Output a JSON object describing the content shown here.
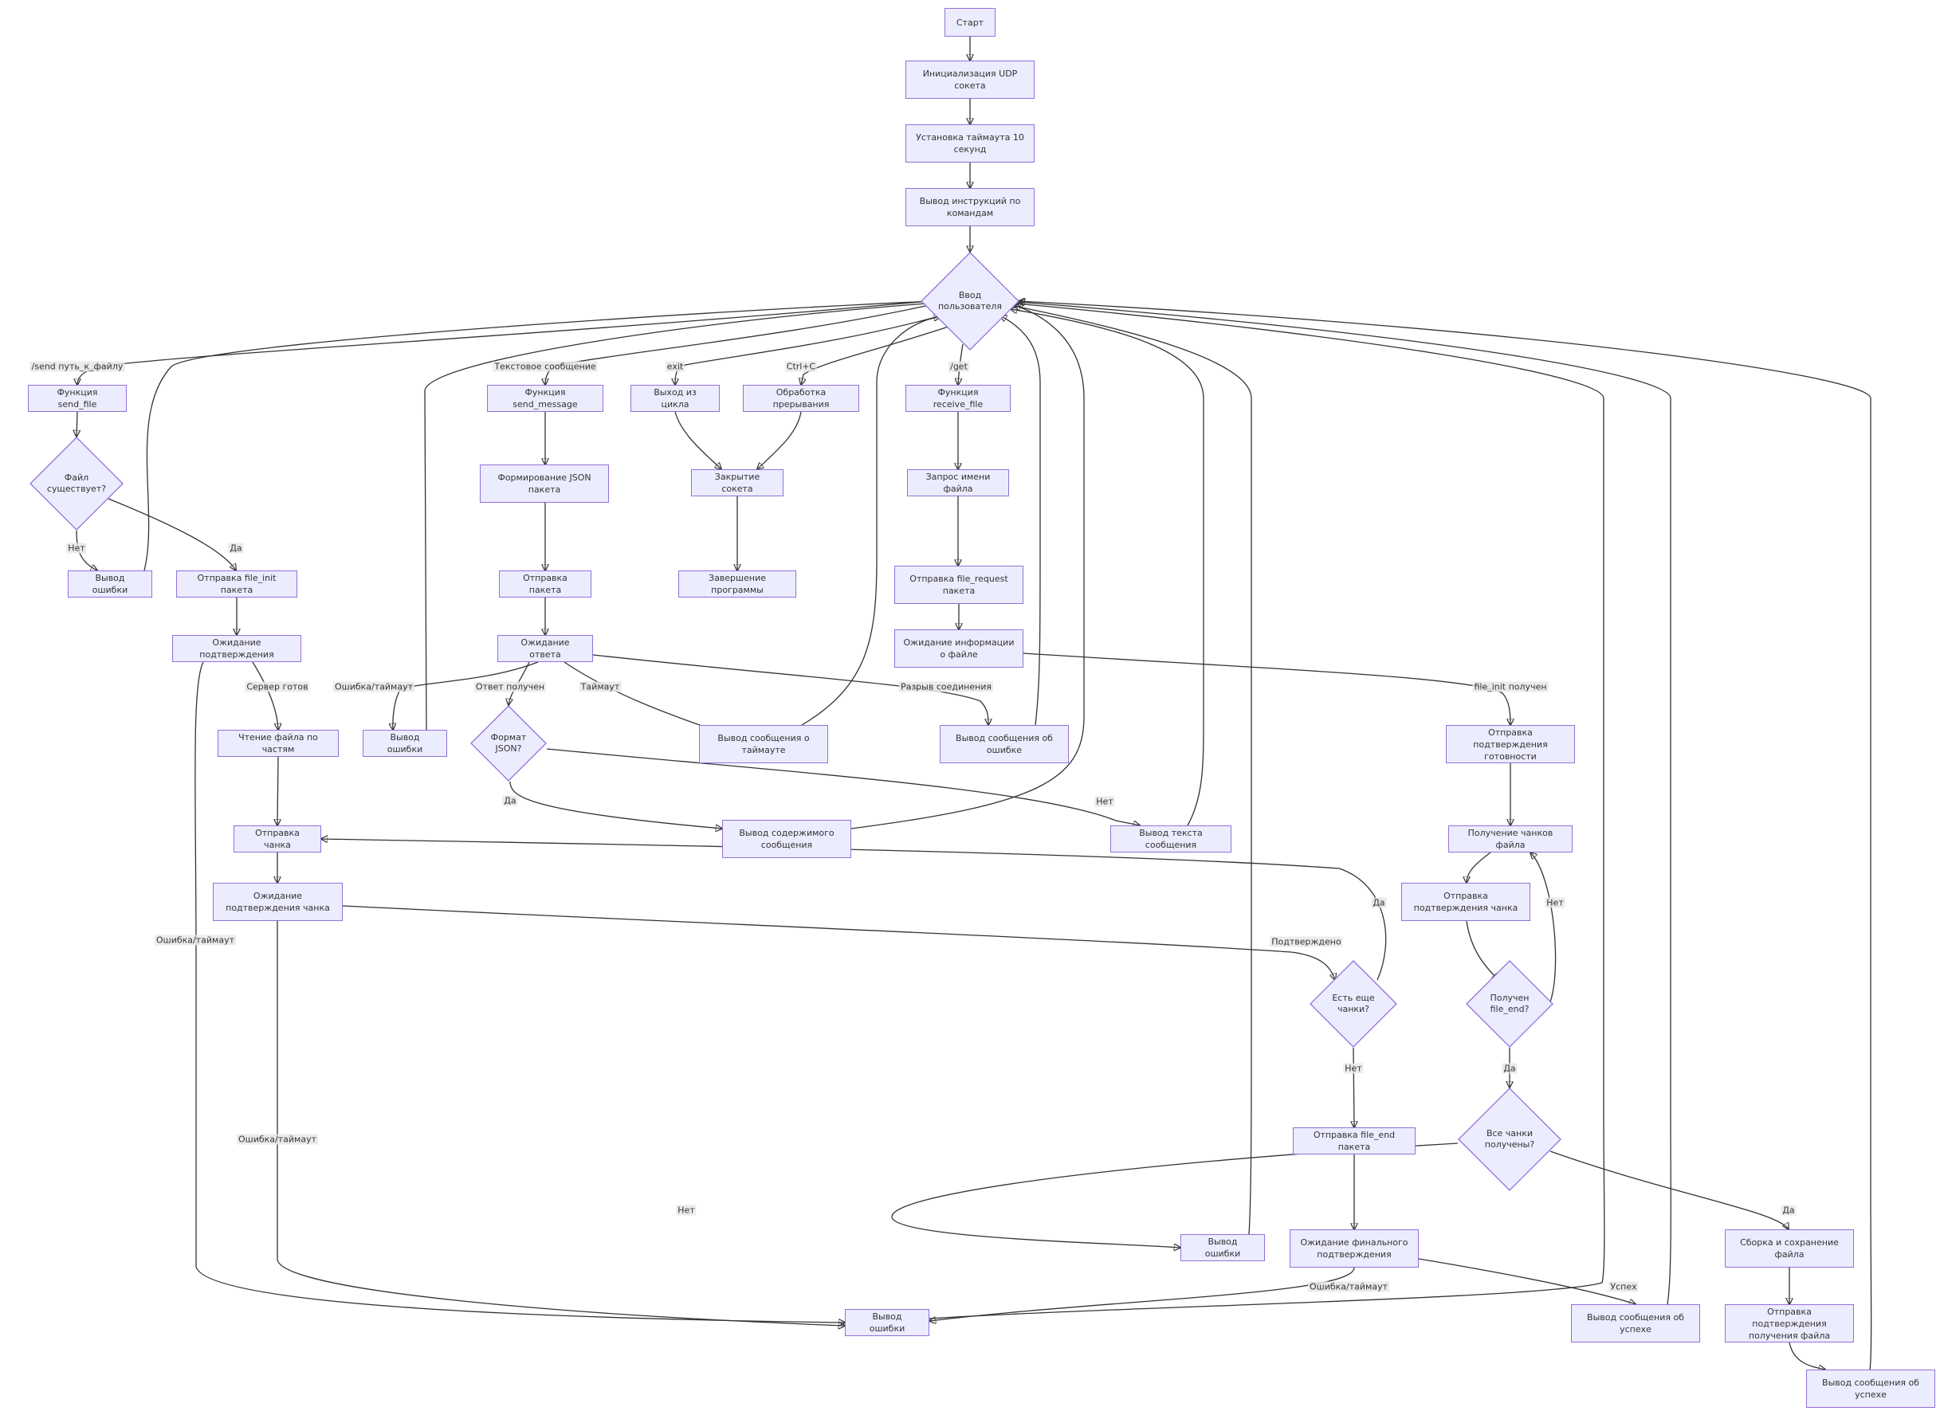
{
  "nodes": {
    "start": "Старт",
    "init_socket": "Инициализация UDP сокета",
    "set_timeout": "Установка таймаута 10 секунд",
    "print_help": "Вывод инструкций по командам",
    "user_input": "Ввод пользователя",
    "fn_send_file": "Функция send_file",
    "file_exists": "Файл существует?",
    "err_no_file": "Вывод ошибки",
    "send_file_init": "Отправка file_init пакета",
    "wait_confirm": "Ожидание подтверждения",
    "read_chunks": "Чтение файла по частям",
    "send_chunk": "Отправка чанка",
    "wait_chunk_ack": "Ожидание подтверждения чанка",
    "more_chunks": "Есть еще чанки?",
    "send_file_end": "Отправка file_end пакета",
    "wait_final": "Ожидание финального подтверждения",
    "send_success": "Вывод сообщения об успехе",
    "send_error": "Вывод ошибки",
    "fn_send_message": "Функция send_message",
    "make_json": "Формирование JSON пакета",
    "send_packet": "Отправка пакета",
    "wait_reply": "Ожидание ответа",
    "reply_error": "Вывод ошибки",
    "json_format": "Формат JSON?",
    "show_content": "Вывод содержимого сообщения",
    "show_text": "Вывод текста сообщения",
    "show_timeout": "Вывод сообщения о таймауте",
    "exit_loop": "Выход из цикла",
    "handle_interrupt": "Обработка прерывания",
    "close_socket": "Закрытие сокета",
    "end_program": "Завершение программы",
    "fn_receive_file": "Функция receive_file",
    "ask_filename": "Запрос имени файла",
    "send_file_request": "Отправка file_request пакета",
    "wait_file_info": "Ожидание информации о файле",
    "conn_error": "Вывод сообщения об ошибке",
    "send_ready": "Отправка подтверждения готовности",
    "recv_chunks": "Получение чанков файла",
    "send_chunk_ack": "Отправка подтверждения чанка",
    "got_file_end": "Получен file_end?",
    "all_chunks": "Все чанки получены?",
    "recv_error": "Вывод ошибки",
    "assemble_save": "Сборка и сохранение файла",
    "send_recv_ack": "Отправка подтверждения получения файла",
    "recv_success": "Вывод сообщения об успехе"
  },
  "edge_labels": {
    "send_path": "/send путь_к_файлу",
    "text_message": "Текстовое сообщение",
    "exit": "exit",
    "ctrl_c": "Ctrl+C",
    "get": "/get",
    "no_file": "Нет",
    "yes_file": "Да",
    "server_ready": "Сервер готов",
    "err_timeout_confirm": "Ошибка/таймаут",
    "err_timeout_chunk": "Ошибка/таймаут",
    "confirmed": "Подтверждено",
    "yes_more": "Да",
    "no_more": "Нет",
    "success": "Успех",
    "err_timeout_final": "Ошибка/таймаут",
    "err_timeout_reply": "Ошибка/таймаут",
    "reply_received": "Ответ получен",
    "timeout": "Таймаут",
    "json_yes": "Да",
    "json_no": "Нет",
    "disconnect": "Разрыв соединения",
    "file_init_received": "file_init получен",
    "file_end_no": "Нет",
    "file_end_yes": "Да",
    "all_no": "Нет",
    "all_yes": "Да"
  },
  "colors": {
    "node_fill": "#ECECFF",
    "node_stroke": "#9370DB",
    "edge": "#333333",
    "text": "#333333",
    "label_bg": "#E8E8E8"
  }
}
